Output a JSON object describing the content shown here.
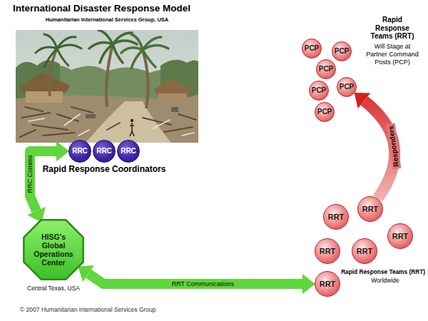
{
  "diagram": {
    "title": "International Disaster Response Model",
    "nodes": [
      {
        "text": [
          "PCP"
        ]
      },
      {
        "text": [
          "PCP"
        ]
      },
      {
        "text": [
          "PCP"
        ]
      },
      {
        "text": [
          "PCP"
        ]
      },
      {
        "text": [
          "PCP"
        ]
      },
      {
        "text": [
          "PCP"
        ]
      },
      {
        "text": [
          "RRC"
        ]
      },
      {
        "text": [
          "RRC"
        ]
      },
      {
        "text": [
          "RRC"
        ]
      },
      {
        "text": [
          "HISG's Global Operations Center",
          "Central Texas, USA"
        ]
      },
      {
        "text": [
          "RRT"
        ]
      },
      {
        "text": [
          "RRT"
        ]
      },
      {
        "text": [
          "RRT"
        ]
      },
      {
        "text": [
          "RRT"
        ]
      },
      {
        "text": [
          "RRT"
        ]
      },
      {
        "text": [
          "RRT"
        ]
      }
    ],
    "edges": [
      {
        "from": 9,
        "to": 6,
        "arrow": "both",
        "label": "RRC Comms"
      },
      {
        "from": 9,
        "to": 15,
        "arrow": "both",
        "label": "RRT Communications"
      },
      {
        "from": 10,
        "to": 3,
        "arrow": "to",
        "label": "Responders"
      }
    ],
    "labels": [
      "Humanitarian International Services Group, USA",
      "Rapid Response Coordinators",
      "Rapid Response Teams (RRT)",
      "Will Stage at Partner Command Posts (PCP)",
      "Rapid Response Teams (RRT)",
      "Worldwide",
      "© 2007 Humanitarian International Services Group"
    ]
  }
}
